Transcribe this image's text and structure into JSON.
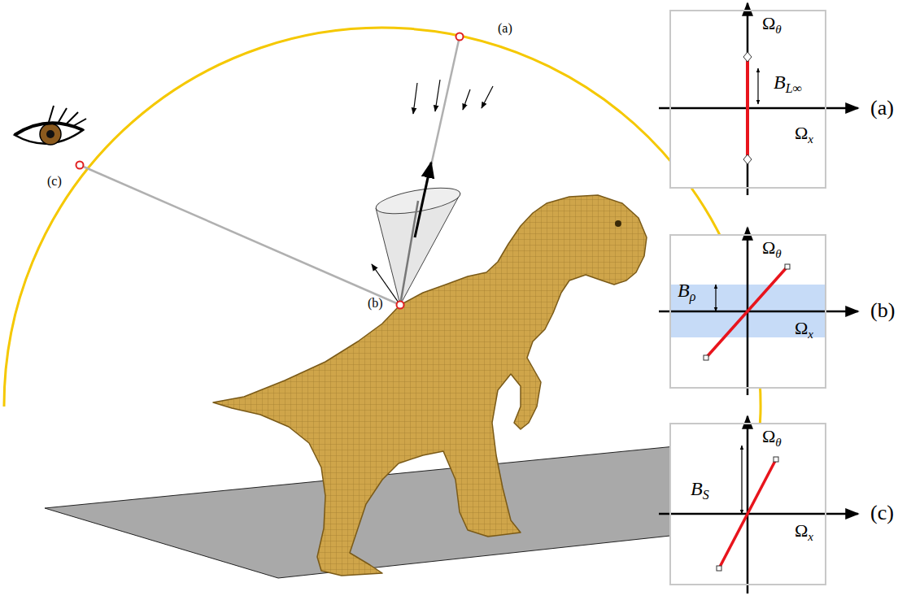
{
  "diagram": {
    "nodes": [
      {
        "text": [
          "Ωθ",
          "Ωx",
          "BL∞",
          "(a)"
        ]
      },
      {
        "text": [
          "Ωθ",
          "Bρ",
          "Ωx",
          "(b)"
        ]
      },
      {
        "text": [
          "Ωθ",
          "BS",
          "Ωx",
          "(c)"
        ]
      }
    ],
    "labels": [
      "(a)",
      "(c)",
      "(b)"
    ]
  }
}
